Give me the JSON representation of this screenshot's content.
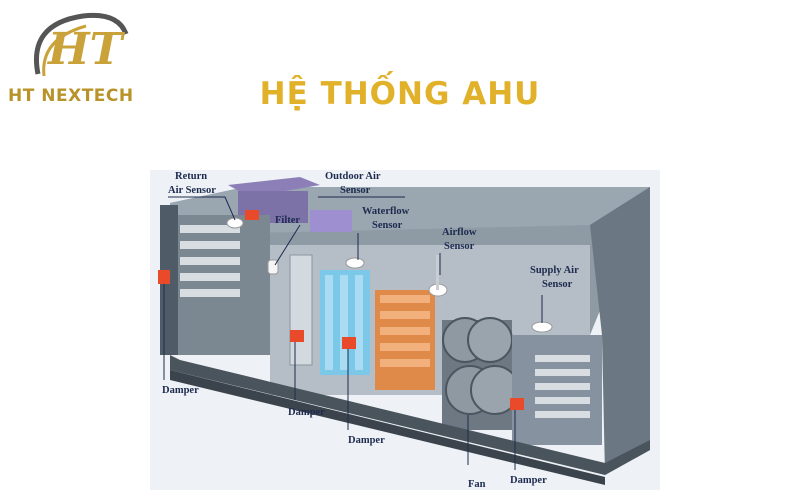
{
  "brand": {
    "logo_initials": "HT",
    "logo_text": "HT NEXTECH",
    "logo_color": "#b8932a"
  },
  "title": "HỆ THỐNG AHU",
  "title_color": "#e2b12a",
  "labels": {
    "return_air_1": "Return",
    "return_air_2": "Air Sensor",
    "outdoor_air_1": "Outdoor Air",
    "outdoor_air_2": "Sensor",
    "filter": "Filter",
    "waterflow_1": "Waterflow",
    "waterflow_2": "Sensor",
    "airflow_1": "Airflow",
    "airflow_2": "Sensor",
    "supply_air_1": "Supply Air",
    "supply_air_2": "Sensor",
    "damper_left": "Damper",
    "damper_mid1": "Damper",
    "damper_mid2": "Damper",
    "fan": "Fan",
    "damper_right": "Damper"
  }
}
